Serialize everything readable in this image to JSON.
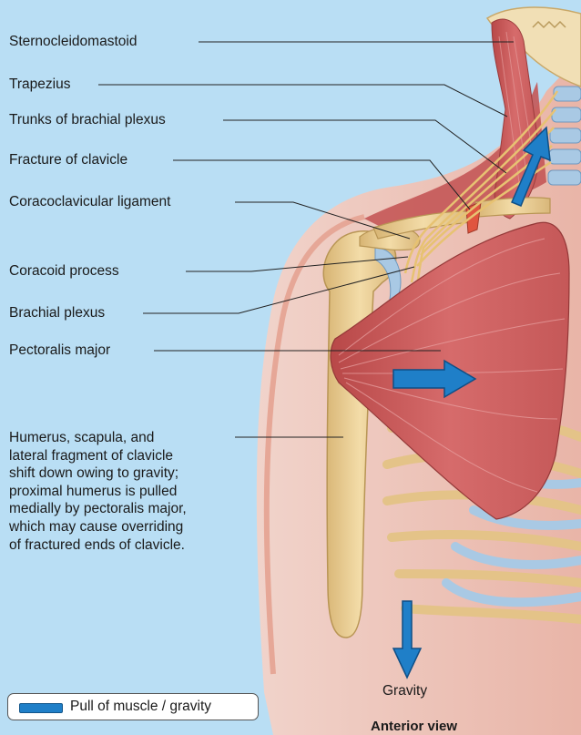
{
  "labels": {
    "sternocleidomastoid": "Sternocleidomastoid",
    "trapezius": "Trapezius",
    "trunks": "Trunks of brachial plexus",
    "fracture": "Fracture of clavicle",
    "coracoclavicular": "Coracoclavicular ligament",
    "coracoid": "Coracoid process",
    "brachial_plexus": "Brachial plexus",
    "pectoralis": "Pectoralis major"
  },
  "note_lines": [
    "Humerus, scapula, and",
    "lateral fragment of clavicle",
    "shift down owing to gravity;",
    "proximal humerus is pulled",
    "medially by pectoralis major,",
    "which may cause overriding",
    "of fractured ends of clavicle."
  ],
  "gravity_label": "Gravity",
  "view_label": "Anterior view",
  "legend": {
    "text": "Pull of muscle / gravity",
    "swatch_color": "#1f7fc8"
  },
  "colors": {
    "background": "#b9def4",
    "muscle": "#c95a5a",
    "bone": "#ecd29a",
    "skin": "#f2b9a8",
    "cartilage": "#a9c9e4",
    "arrow": "#1f7fc8"
  }
}
